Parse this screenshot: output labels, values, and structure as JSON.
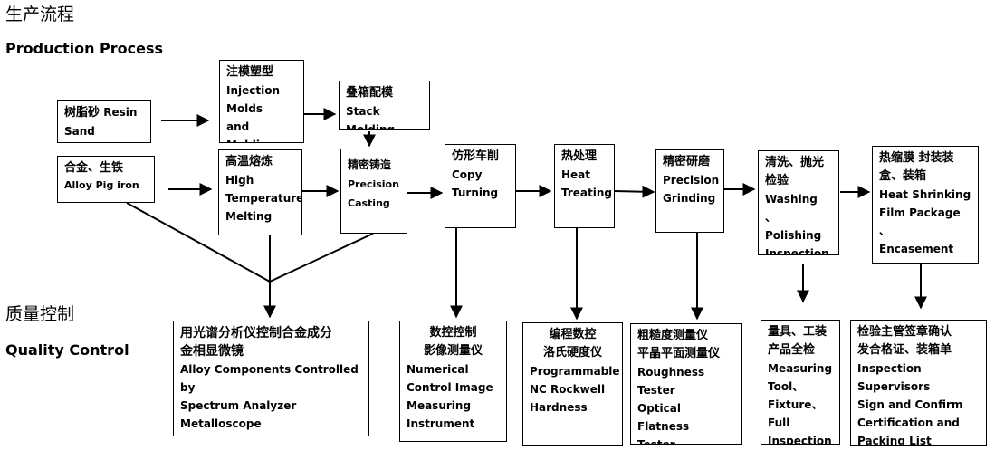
{
  "headings": {
    "production_cn": "生产流程",
    "production_en": "Production Process",
    "quality_cn": "质量控制",
    "quality_en": "Quality Control"
  },
  "production": {
    "resin_sand": {
      "cn": "树脂砂",
      "en": "Resin Sand"
    },
    "alloy_pig_iron": {
      "cn": "合金、生铁",
      "en": "Alloy Pig iron"
    },
    "injection": {
      "cn": "注模塑型",
      "en1": "Injection",
      "en2": "Molds",
      "en3": "and Molding"
    },
    "stack_molding": {
      "cn": "叠箱配模",
      "en": "Stack Molding"
    },
    "melting": {
      "cn": "高温熔炼",
      "en1": "High",
      "en2": "Temperature",
      "en3": "Melting"
    },
    "casting": {
      "cn": "精密铸造",
      "en1": "Precision",
      "en2": "Casting"
    },
    "copy_turning": {
      "cn": "仿形车削",
      "en1": "Copy",
      "en2": "Turning"
    },
    "heat_treating": {
      "cn": "热处理",
      "en1": "Heat",
      "en2": "Treating"
    },
    "grinding": {
      "cn": "精密研磨",
      "en1": "Precision",
      "en2": "Grinding"
    },
    "washing": {
      "cn1": "清洗、抛光",
      "cn2": "检验",
      "en1": "Washing 、",
      "en2": "Polishing",
      "en3": "Inspection"
    },
    "packing": {
      "cn1": "热缩膜 封装装",
      "cn2": "盒、装箱",
      "en1": "Heat Shrinking",
      "en2": "Film Package 、",
      "en3": "Encasement"
    }
  },
  "quality": {
    "spectrum": {
      "cn1": "用光谱分析仪控制合金成分",
      "cn2": "金相显微镜",
      "en1": "Alloy Components Controlled by",
      "en2": "Spectrum Analyzer",
      "en3": "Metalloscope"
    },
    "nc_image": {
      "cn1": "数控控制",
      "cn2": "影像测量仪",
      "en1": "Numerical",
      "en2": "Control Image",
      "en3": "Measuring",
      "en4": "Instrument"
    },
    "rockwell": {
      "cn1": "编程数控",
      "cn2": "洛氏硬度仪",
      "en1": "Programmable",
      "en2": "NC Rockwell",
      "en3": "Hardness"
    },
    "roughness": {
      "cn1": "粗糙度测量仪",
      "cn2": "平晶平面测量仪",
      "en1": "Roughness Tester",
      "en2": "Optical Flatness",
      "en3": "Tester"
    },
    "fixture": {
      "cn1": "量具、工装",
      "cn2": "产品全检",
      "en1": "Measuring",
      "en2": "Tool、",
      "en3": "Fixture、Full",
      "en4": "Inspection"
    },
    "supervisor": {
      "cn1": "检验主管签章确认",
      "cn2": "发合格证、装箱单",
      "en1": "Inspection Supervisors",
      "en2": "Sign and Confirm",
      "en3": "Certification and",
      "en4": "Packing List"
    }
  }
}
